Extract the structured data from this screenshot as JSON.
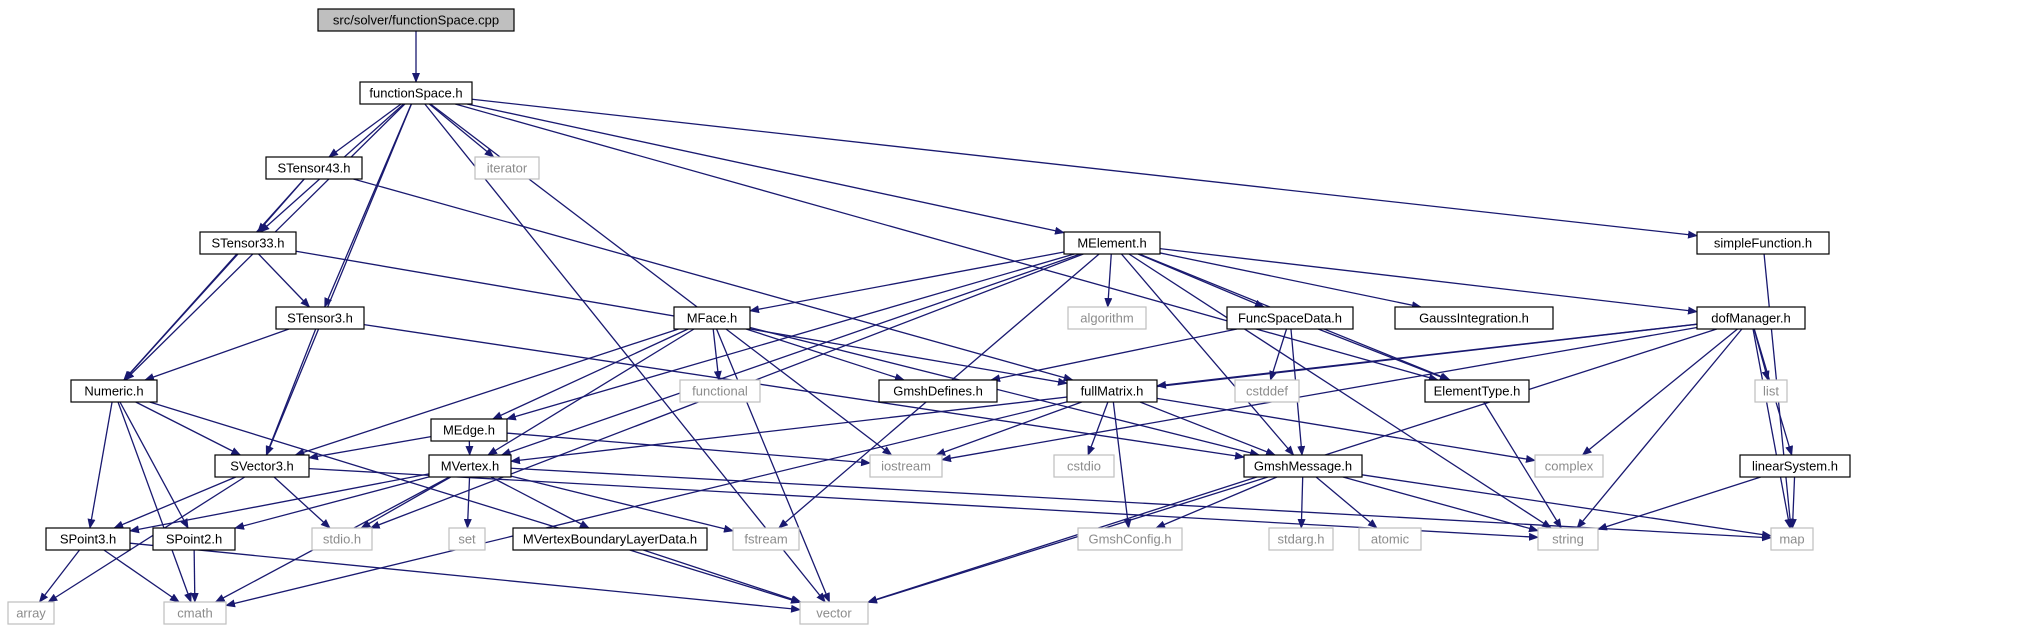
{
  "diagram": {
    "kind": "include-dependency-graph",
    "colors": {
      "edge": "#191970",
      "root_fill": "#bfbfbf",
      "project_border": "#000000",
      "external_border": "#bfbfbf",
      "external_text": "#8c8c8c"
    },
    "nodes": [
      {
        "id": "root",
        "label": "src/solver/functionSpace.cpp",
        "kind": "root"
      },
      {
        "id": "functionSpace",
        "label": "functionSpace.h",
        "kind": "project"
      },
      {
        "id": "STensor43",
        "label": "STensor43.h",
        "kind": "project"
      },
      {
        "id": "iterator",
        "label": "iterator",
        "kind": "external"
      },
      {
        "id": "STensor33",
        "label": "STensor33.h",
        "kind": "project"
      },
      {
        "id": "MElement",
        "label": "MElement.h",
        "kind": "project"
      },
      {
        "id": "simpleFunction",
        "label": "simpleFunction.h",
        "kind": "project"
      },
      {
        "id": "STensor3",
        "label": "STensor3.h",
        "kind": "project"
      },
      {
        "id": "MFace",
        "label": "MFace.h",
        "kind": "project"
      },
      {
        "id": "algorithm",
        "label": "algorithm",
        "kind": "external"
      },
      {
        "id": "FuncSpaceData",
        "label": "FuncSpaceData.h",
        "kind": "project"
      },
      {
        "id": "GaussIntegration",
        "label": "GaussIntegration.h",
        "kind": "project"
      },
      {
        "id": "dofManager",
        "label": "dofManager.h",
        "kind": "project"
      },
      {
        "id": "Numeric",
        "label": "Numeric.h",
        "kind": "project"
      },
      {
        "id": "functional",
        "label": "functional",
        "kind": "external"
      },
      {
        "id": "GmshDefines",
        "label": "GmshDefines.h",
        "kind": "project"
      },
      {
        "id": "fullMatrix",
        "label": "fullMatrix.h",
        "kind": "project"
      },
      {
        "id": "cstddef",
        "label": "cstddef",
        "kind": "external"
      },
      {
        "id": "ElementType",
        "label": "ElementType.h",
        "kind": "project"
      },
      {
        "id": "list",
        "label": "list",
        "kind": "external"
      },
      {
        "id": "MEdge",
        "label": "MEdge.h",
        "kind": "project"
      },
      {
        "id": "SVector3",
        "label": "SVector3.h",
        "kind": "project"
      },
      {
        "id": "MVertex",
        "label": "MVertex.h",
        "kind": "project"
      },
      {
        "id": "iostream",
        "label": "iostream",
        "kind": "external"
      },
      {
        "id": "cstdio",
        "label": "cstdio",
        "kind": "external"
      },
      {
        "id": "GmshMessage",
        "label": "GmshMessage.h",
        "kind": "project"
      },
      {
        "id": "complex",
        "label": "complex",
        "kind": "external"
      },
      {
        "id": "linearSystem",
        "label": "linearSystem.h",
        "kind": "project"
      },
      {
        "id": "SPoint3",
        "label": "SPoint3.h",
        "kind": "project"
      },
      {
        "id": "SPoint2",
        "label": "SPoint2.h",
        "kind": "project"
      },
      {
        "id": "stdio",
        "label": "stdio.h",
        "kind": "external"
      },
      {
        "id": "set",
        "label": "set",
        "kind": "external"
      },
      {
        "id": "MVertexBoundaryLayerData",
        "label": "MVertexBoundaryLayerData.h",
        "kind": "project"
      },
      {
        "id": "fstream",
        "label": "fstream",
        "kind": "external"
      },
      {
        "id": "GmshConfig",
        "label": "GmshConfig.h",
        "kind": "external"
      },
      {
        "id": "stdarg",
        "label": "stdarg.h",
        "kind": "external"
      },
      {
        "id": "atomic",
        "label": "atomic",
        "kind": "external"
      },
      {
        "id": "string",
        "label": "string",
        "kind": "external"
      },
      {
        "id": "map",
        "label": "map",
        "kind": "external"
      },
      {
        "id": "array",
        "label": "array",
        "kind": "external"
      },
      {
        "id": "cmath",
        "label": "cmath",
        "kind": "external"
      },
      {
        "id": "vector",
        "label": "vector",
        "kind": "external"
      }
    ],
    "edges": [
      [
        "root",
        "functionSpace"
      ],
      [
        "functionSpace",
        "STensor43"
      ],
      [
        "functionSpace",
        "iterator"
      ],
      [
        "functionSpace",
        "STensor33"
      ],
      [
        "functionSpace",
        "MElement"
      ],
      [
        "functionSpace",
        "simpleFunction"
      ],
      [
        "functionSpace",
        "STensor3"
      ],
      [
        "functionSpace",
        "Numeric"
      ],
      [
        "functionSpace",
        "SVector3"
      ],
      [
        "functionSpace",
        "iostream"
      ],
      [
        "functionSpace",
        "ElementType"
      ],
      [
        "functionSpace",
        "vector"
      ],
      [
        "STensor43",
        "STensor33"
      ],
      [
        "STensor43",
        "Numeric"
      ],
      [
        "STensor43",
        "fullMatrix"
      ],
      [
        "STensor33",
        "STensor3"
      ],
      [
        "STensor33",
        "Numeric"
      ],
      [
        "STensor33",
        "fullMatrix"
      ],
      [
        "STensor3",
        "Numeric"
      ],
      [
        "STensor3",
        "SVector3"
      ],
      [
        "STensor3",
        "GmshMessage"
      ],
      [
        "MElement",
        "MFace"
      ],
      [
        "MElement",
        "algorithm"
      ],
      [
        "MElement",
        "FuncSpaceData"
      ],
      [
        "MElement",
        "GaussIntegration"
      ],
      [
        "MElement",
        "dofManager"
      ],
      [
        "MElement",
        "MEdge"
      ],
      [
        "MElement",
        "MVertex"
      ],
      [
        "MElement",
        "stdio"
      ],
      [
        "MElement",
        "fstream"
      ],
      [
        "MElement",
        "GmshMessage"
      ],
      [
        "MElement",
        "ElementType"
      ],
      [
        "MElement",
        "string"
      ],
      [
        "simpleFunction",
        "map"
      ],
      [
        "MFace",
        "functional"
      ],
      [
        "MFace",
        "GmshDefines"
      ],
      [
        "MFace",
        "MEdge"
      ],
      [
        "MFace",
        "SVector3"
      ],
      [
        "MFace",
        "MVertex"
      ],
      [
        "MFace",
        "vector"
      ],
      [
        "MFace",
        "GmshMessage"
      ],
      [
        "FuncSpaceData",
        "GmshDefines"
      ],
      [
        "FuncSpaceData",
        "cstddef"
      ],
      [
        "FuncSpaceData",
        "ElementType"
      ],
      [
        "FuncSpaceData",
        "GmshMessage"
      ],
      [
        "dofManager",
        "fullMatrix"
      ],
      [
        "dofManager",
        "list"
      ],
      [
        "dofManager",
        "MVertex"
      ],
      [
        "dofManager",
        "iostream"
      ],
      [
        "dofManager",
        "complex"
      ],
      [
        "dofManager",
        "linearSystem"
      ],
      [
        "dofManager",
        "string"
      ],
      [
        "dofManager",
        "map"
      ],
      [
        "dofManager",
        "vector"
      ],
      [
        "Numeric",
        "SVector3"
      ],
      [
        "Numeric",
        "SPoint3"
      ],
      [
        "Numeric",
        "SPoint2"
      ],
      [
        "Numeric",
        "cmath"
      ],
      [
        "Numeric",
        "vector"
      ],
      [
        "fullMatrix",
        "iostream"
      ],
      [
        "fullMatrix",
        "cstdio"
      ],
      [
        "fullMatrix",
        "GmshConfig"
      ],
      [
        "fullMatrix",
        "GmshMessage"
      ],
      [
        "fullMatrix",
        "complex"
      ],
      [
        "fullMatrix",
        "cmath"
      ],
      [
        "ElementType",
        "string"
      ],
      [
        "MEdge",
        "SVector3"
      ],
      [
        "MEdge",
        "MVertex"
      ],
      [
        "MEdge",
        "iostream"
      ],
      [
        "SVector3",
        "SPoint3"
      ],
      [
        "SVector3",
        "stdio"
      ],
      [
        "SVector3",
        "array"
      ],
      [
        "SVector3",
        "string"
      ],
      [
        "MVertex",
        "SPoint3"
      ],
      [
        "MVertex",
        "SPoint2"
      ],
      [
        "MVertex",
        "stdio"
      ],
      [
        "MVertex",
        "set"
      ],
      [
        "MVertex",
        "MVertexBoundaryLayerData"
      ],
      [
        "MVertex",
        "fstream"
      ],
      [
        "MVertex",
        "cmath"
      ],
      [
        "MVertex",
        "map"
      ],
      [
        "GmshMessage",
        "GmshConfig"
      ],
      [
        "GmshMessage",
        "stdarg"
      ],
      [
        "GmshMessage",
        "atomic"
      ],
      [
        "GmshMessage",
        "string"
      ],
      [
        "GmshMessage",
        "map"
      ],
      [
        "GmshMessage",
        "vector"
      ],
      [
        "linearSystem",
        "map"
      ],
      [
        "linearSystem",
        "string"
      ],
      [
        "SPoint3",
        "array"
      ],
      [
        "SPoint3",
        "cmath"
      ],
      [
        "SPoint3",
        "vector"
      ],
      [
        "SPoint2",
        "cmath"
      ],
      [
        "MVertexBoundaryLayerData",
        "vector"
      ]
    ]
  }
}
